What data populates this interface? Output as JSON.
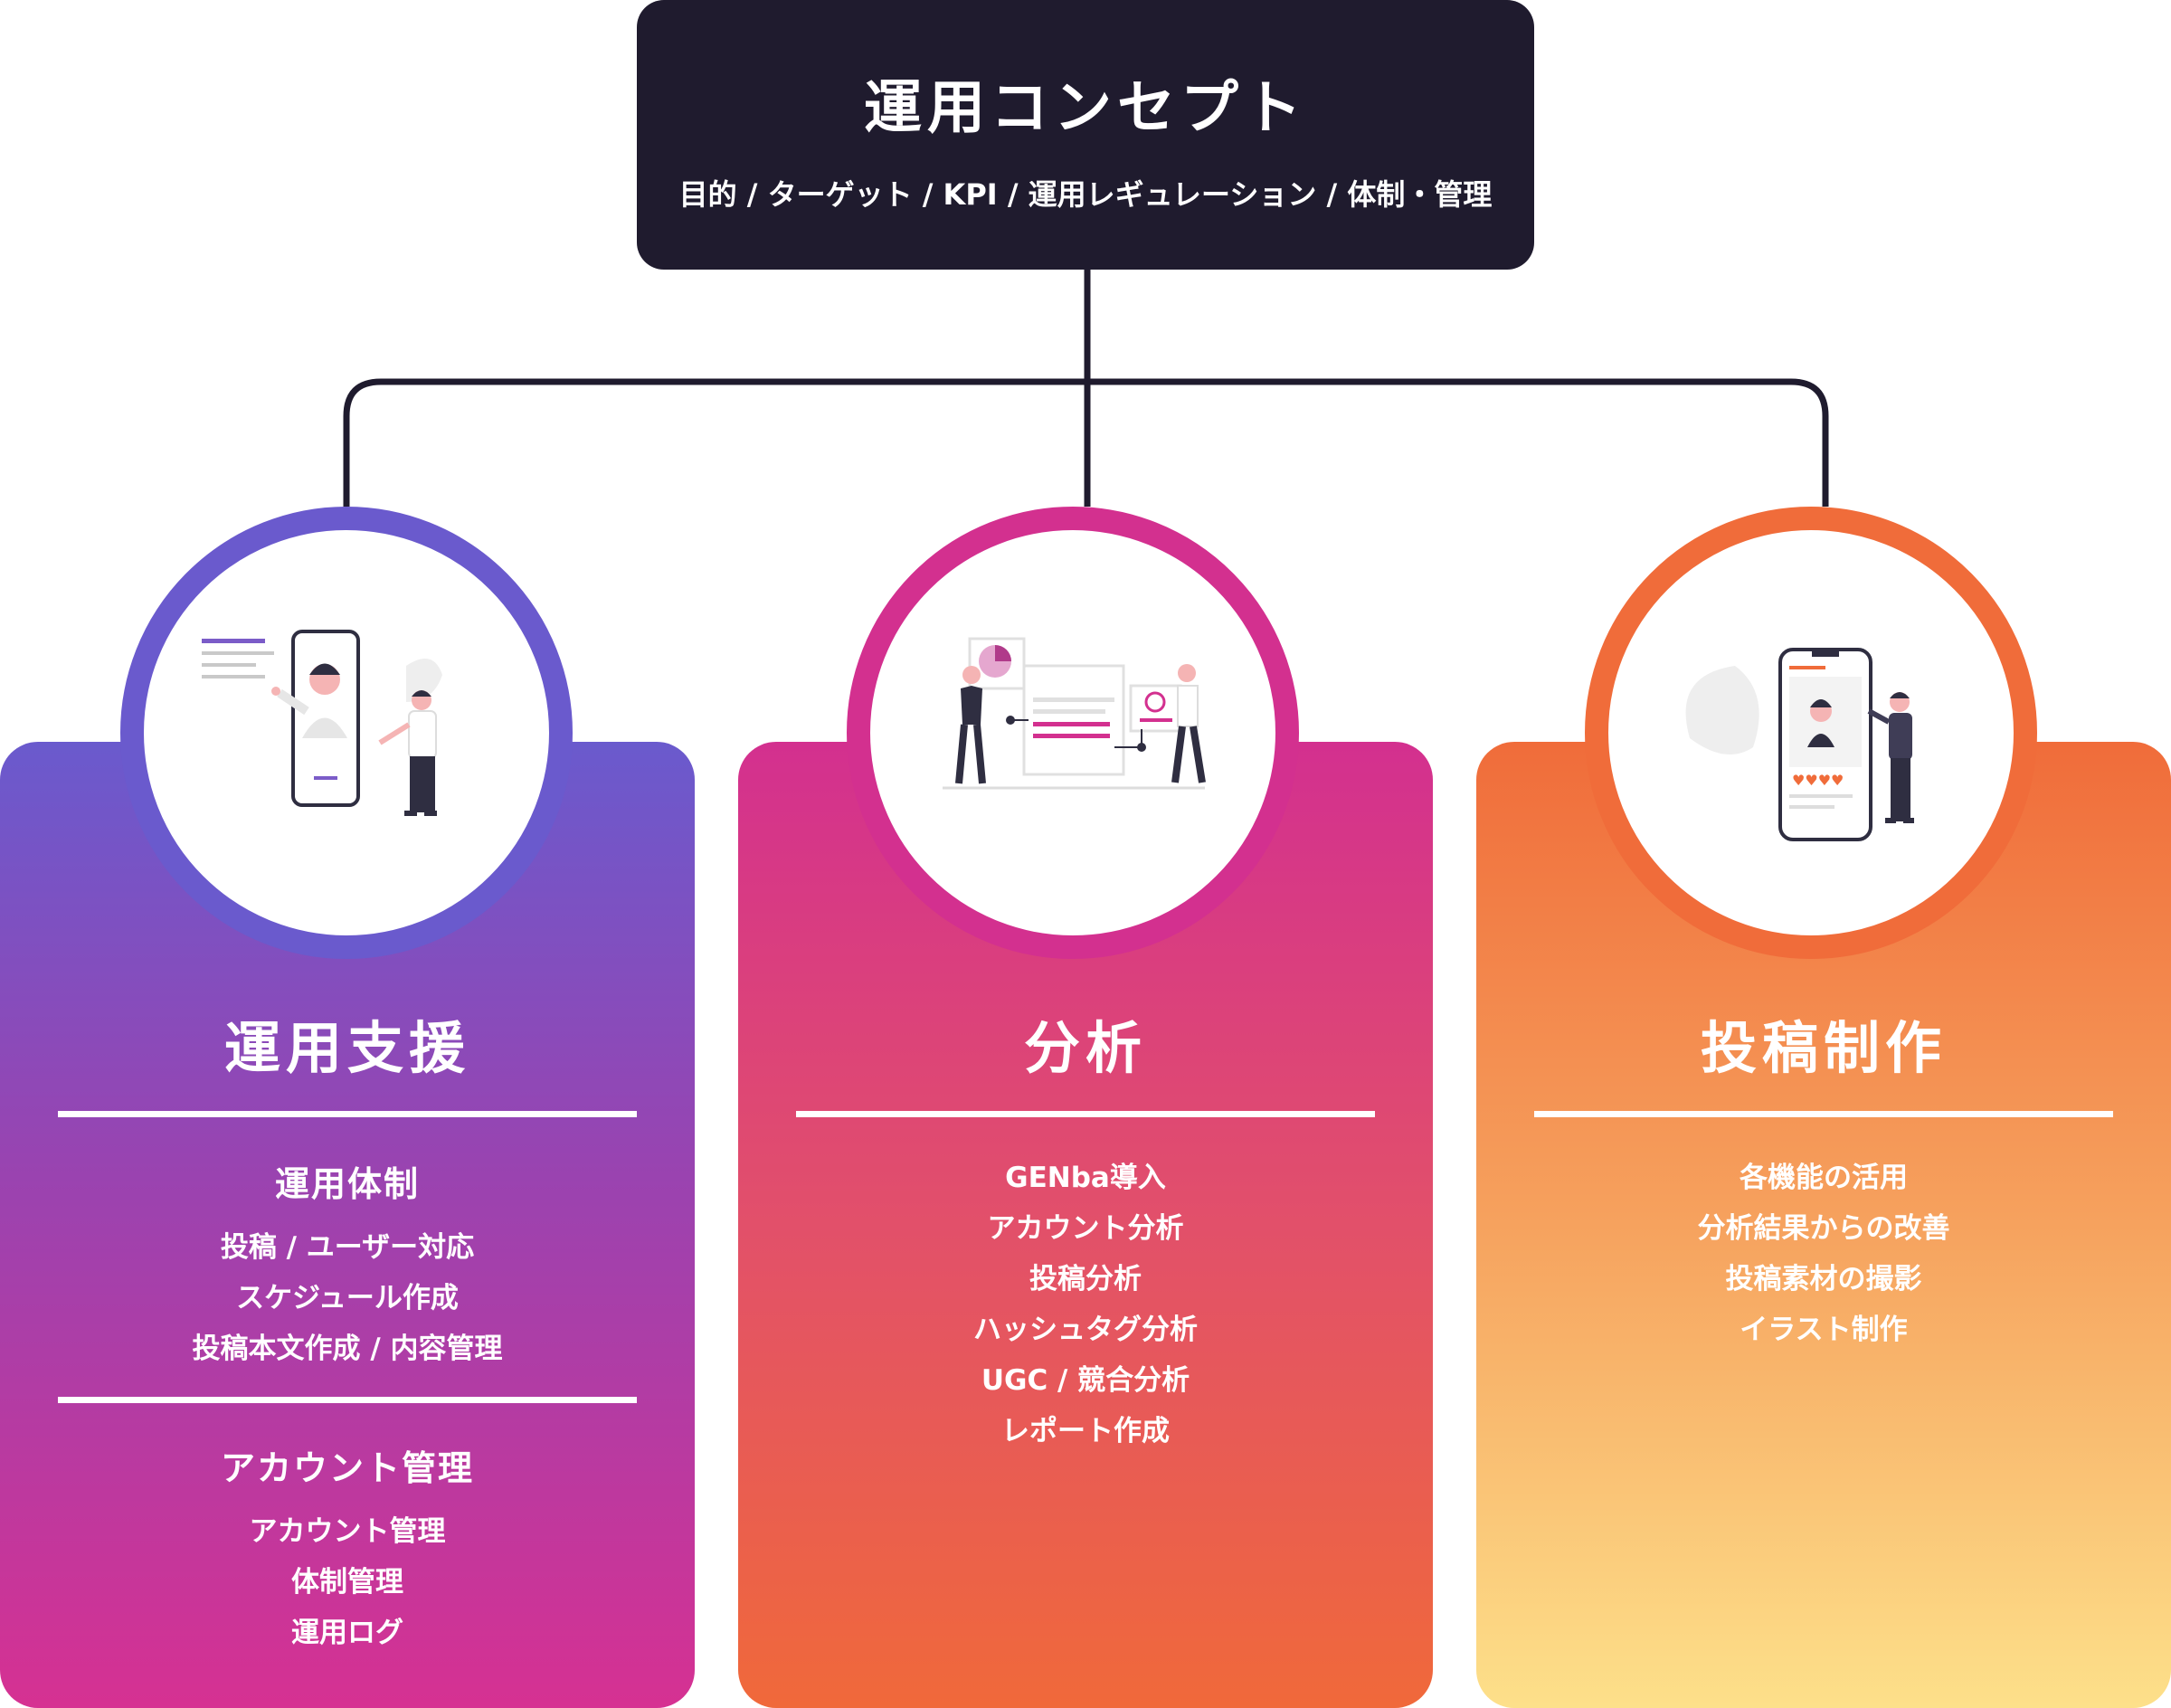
{
  "concept": {
    "title": "運用コンセプト",
    "subtitle": "目的 / ターゲット / KPI / 運用レギュレーション / 体制・管理"
  },
  "colors": {
    "dark": "#1f1b2e",
    "support_top": "#6a5acd",
    "support_bottom": "#d63192",
    "analysis_top": "#d3308f",
    "analysis_bottom": "#f0693a",
    "production_top": "#f06c3a",
    "production_bottom": "#fde08a"
  },
  "columns": [
    {
      "title": "運用支援",
      "sections": [
        {
          "heading": "運用体制",
          "items": [
            "投稿 / ユーザー対応",
            "スケジュール作成",
            "投稿本文作成 / 内容管理"
          ]
        },
        {
          "heading": "アカウント管理",
          "items": [
            "アカウント管理",
            "体制管理",
            "運用ログ"
          ]
        }
      ]
    },
    {
      "title": "分析",
      "sections": [
        {
          "heading": "",
          "items": [
            "GENba導入",
            "アカウント分析",
            "投稿分析",
            "ハッシュタグ分析",
            "UGC / 競合分析",
            "レポート作成"
          ]
        }
      ]
    },
    {
      "title": "投稿制作",
      "sections": [
        {
          "heading": "",
          "items": [
            "各機能の活用",
            "分析結果からの改善",
            "投稿素材の撮影",
            "イラスト制作"
          ]
        }
      ]
    }
  ]
}
